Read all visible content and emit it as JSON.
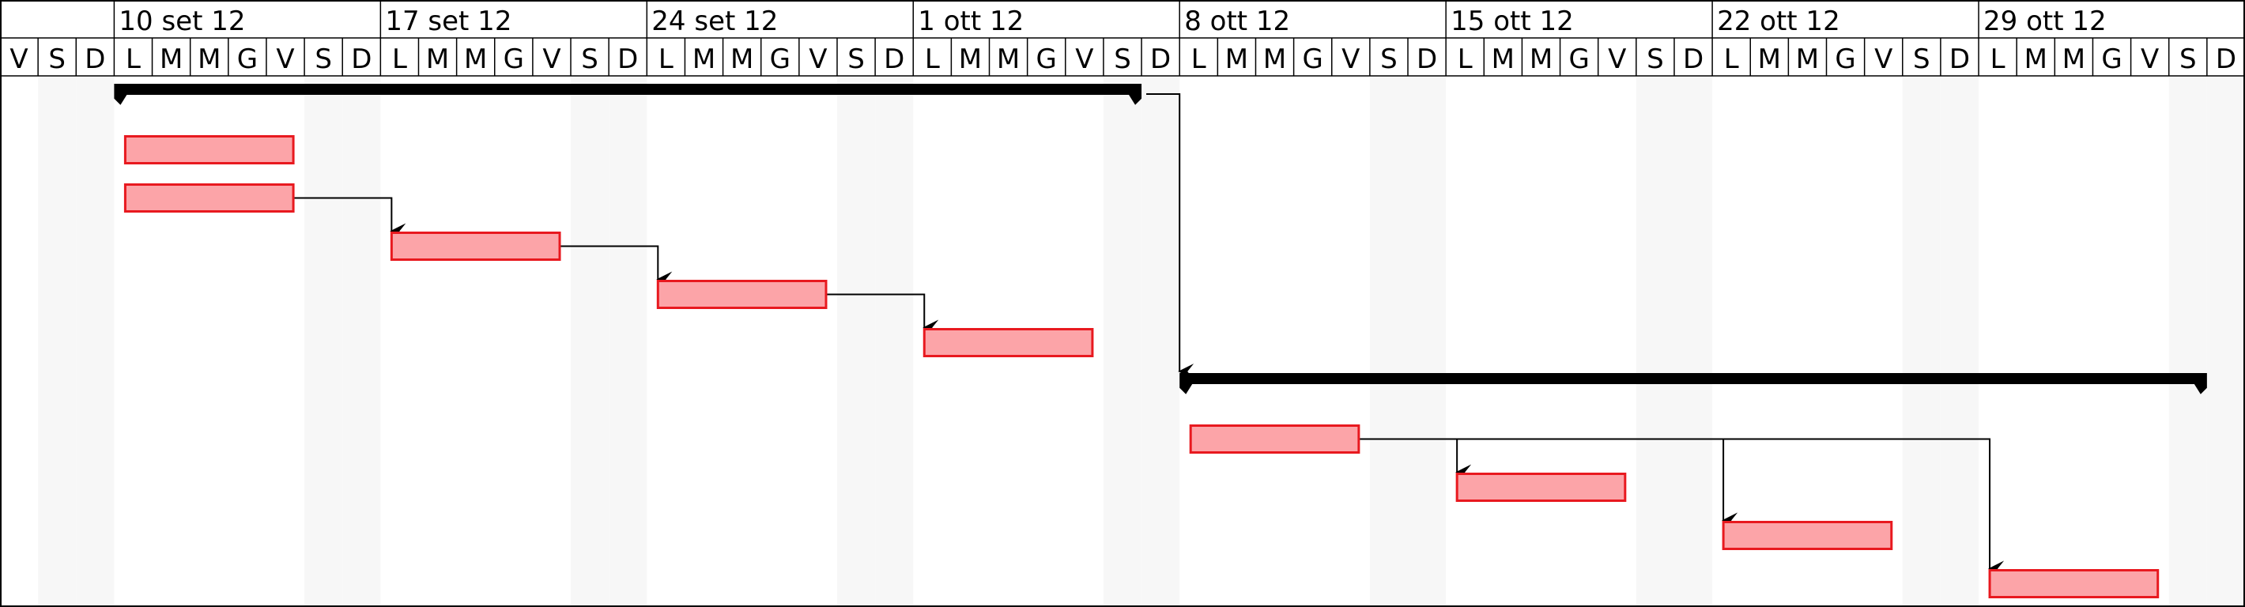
{
  "chart_data": {
    "type": "gantt",
    "timeline": {
      "start_date": "2012-09-07",
      "end_date": "2012-11-04",
      "weeks": [
        "10 set 12",
        "17 set 12",
        "24 set 12",
        "1 ott 12",
        "8 ott 12",
        "15 ott 12",
        "22 ott 12",
        "29 ott 12"
      ],
      "visible_days": [
        "V",
        "S",
        "D",
        "L",
        "M",
        "M",
        "G",
        "V",
        "S",
        "D",
        "L",
        "M",
        "M",
        "G",
        "V",
        "S",
        "D",
        "L",
        "M",
        "M",
        "G",
        "V",
        "S",
        "D",
        "L",
        "M",
        "M",
        "G",
        "V",
        "S",
        "D",
        "L",
        "M",
        "M",
        "G",
        "V",
        "S",
        "D",
        "L",
        "M",
        "M",
        "G",
        "V",
        "S",
        "D",
        "L",
        "M",
        "M",
        "G",
        "V",
        "S",
        "D",
        "L",
        "M",
        "M",
        "G",
        "V",
        "S",
        "D"
      ]
    },
    "summary_tasks": [
      {
        "start": "2012-09-10",
        "end": "2012-10-06"
      },
      {
        "start": "2012-10-08",
        "end": "2012-11-03"
      }
    ],
    "tasks": [
      {
        "start": "2012-09-10",
        "end": "2012-09-14"
      },
      {
        "start": "2012-09-10",
        "end": "2012-09-14"
      },
      {
        "start": "2012-09-17",
        "end": "2012-09-21"
      },
      {
        "start": "2012-09-24",
        "end": "2012-09-28"
      },
      {
        "start": "2012-10-01",
        "end": "2012-10-05"
      },
      {
        "start": "2012-10-08",
        "end": "2012-10-12"
      },
      {
        "start": "2012-10-15",
        "end": "2012-10-19"
      },
      {
        "start": "2012-10-22",
        "end": "2012-10-26"
      },
      {
        "start": "2012-10-29",
        "end": "2012-11-02"
      }
    ],
    "dependencies": [
      {
        "from": "task-2",
        "to": "task-3"
      },
      {
        "from": "task-3",
        "to": "task-4"
      },
      {
        "from": "task-4",
        "to": "task-5"
      },
      {
        "from": "summary-1",
        "to": "summary-2"
      },
      {
        "from": "task-6",
        "to": "task-7"
      },
      {
        "from": "task-6",
        "to": "task-8"
      },
      {
        "from": "task-6",
        "to": "task-9"
      }
    ],
    "colors": {
      "task_fill": "#fca4a8",
      "task_stroke": "#e8191f",
      "summary": "#000000",
      "weekend_shade": "#f7f7f7",
      "grid": "#000000"
    }
  }
}
